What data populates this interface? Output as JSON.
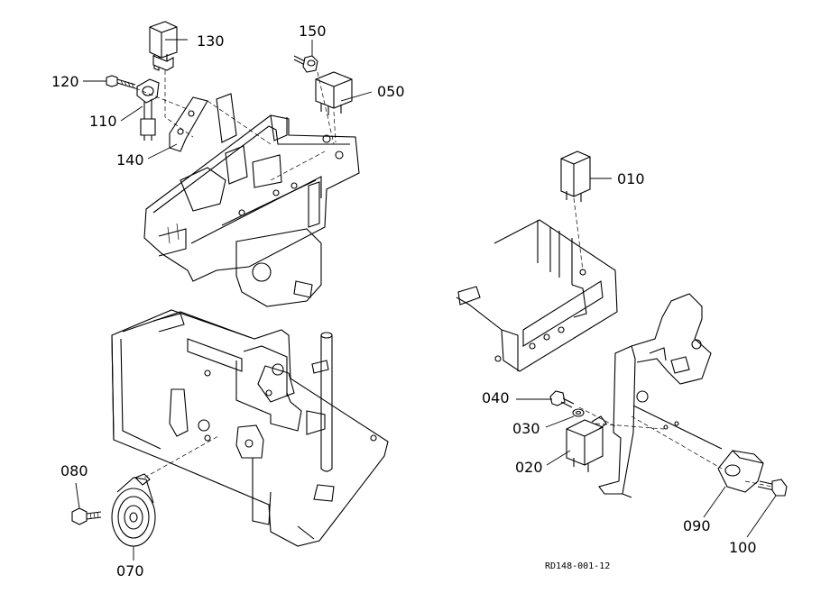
{
  "diagram": {
    "callouts": {
      "p130": "130",
      "p150": "150",
      "p120": "120",
      "p050": "050",
      "p110": "110",
      "p140": "140",
      "p010": "010",
      "p040": "040",
      "p030": "030",
      "p020": "020",
      "p080": "080",
      "p070": "070",
      "p090": "090",
      "p100": "100"
    },
    "reference_code": "RD148-001-12"
  }
}
